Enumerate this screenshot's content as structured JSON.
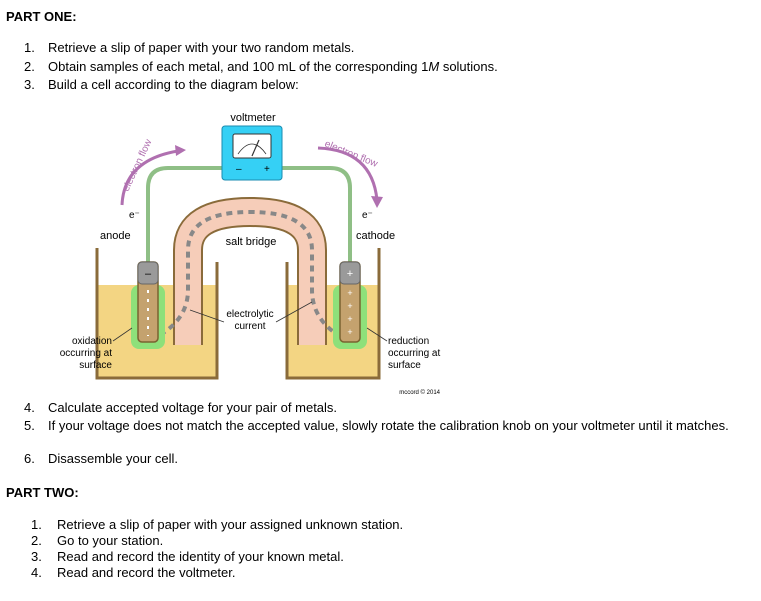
{
  "part_one": {
    "heading": "PART ONE:",
    "steps": [
      {
        "num": "1.",
        "pre": "Retrieve a slip of paper with your two random metals.",
        "em": "",
        "post": ""
      },
      {
        "num": "2.",
        "pre": "Obtain samples of each metal, and 100 mL of the corresponding 1",
        "em": "M",
        "post": " solutions."
      },
      {
        "num": "3.",
        "pre": "Build a cell according to the diagram below:",
        "em": "",
        "post": ""
      },
      {
        "num": "4.",
        "pre": "Calculate accepted voltage for your pair of metals.",
        "em": "",
        "post": ""
      },
      {
        "num": "5.",
        "pre": "If your voltage does not match the accepted value, slowly rotate the calibration knob on your voltmeter until it matches.",
        "em": "",
        "post": ""
      },
      {
        "num": "6.",
        "pre": "Disassemble your cell.",
        "em": "",
        "post": ""
      }
    ]
  },
  "diagram": {
    "voltmeter": "voltmeter",
    "voltmeter_minus": "–",
    "voltmeter_plus": "+",
    "electron_flow_left": "electron flow",
    "electron_flow_right": "electron flow",
    "electron_left": "e⁻",
    "electron_right": "e⁻",
    "anode": "anode",
    "cathode": "cathode",
    "salt_bridge": "salt bridge",
    "electrolytic_line1": "electrolytic",
    "electrolytic_line2": "current",
    "oxidation_line1": "oxidation",
    "oxidation_line2": "occurring at",
    "oxidation_line3": "surface",
    "reduction_line1": "reduction",
    "reduction_line2": "occurring at",
    "reduction_line3": "surface",
    "credit": "mccord © 2014",
    "anode_sign": "–",
    "cathode_sign": "+",
    "colors": {
      "solution": "#f3d583",
      "beaker": "#8a6b3a",
      "wire": "#8fbf86",
      "electrode_green": "#8ee07a",
      "voltmeter": "#35d0f5",
      "arrow": "#b070b0",
      "bridge_fill": "#f6cdb9"
    }
  },
  "part_two": {
    "heading": "PART TWO:",
    "steps": [
      {
        "num": "1.",
        "text": "Retrieve a slip of paper with your assigned unknown station."
      },
      {
        "num": "2.",
        "text": "Go to your station."
      },
      {
        "num": "3.",
        "text": "Read and record the identity of your known metal."
      },
      {
        "num": "4.",
        "text": "Read and record the voltmeter."
      }
    ]
  }
}
